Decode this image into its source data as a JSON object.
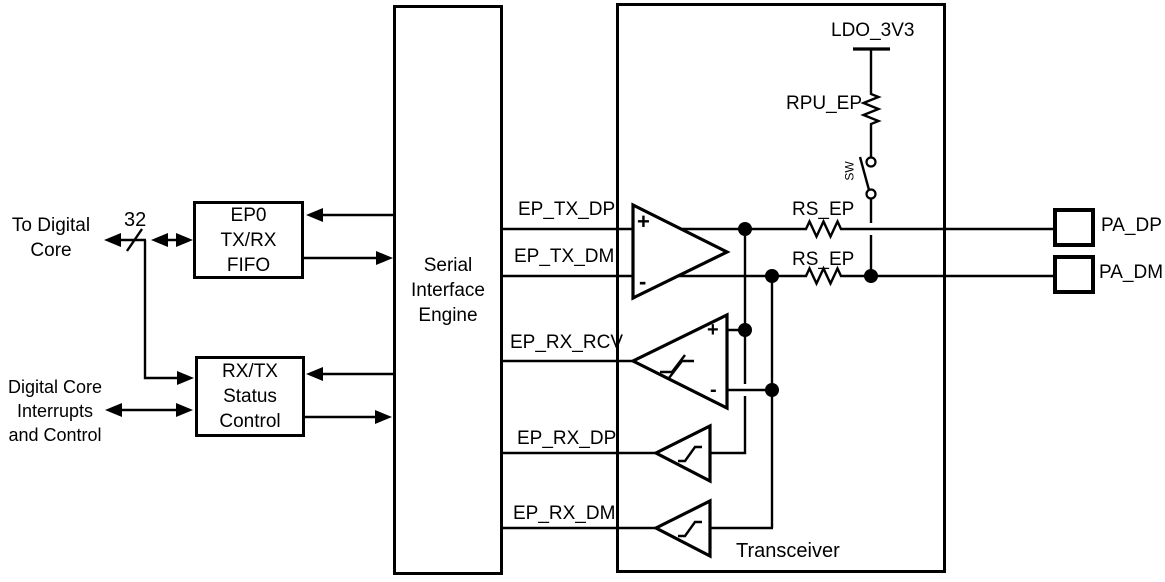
{
  "left": {
    "to_digital_core_line1": "To Digital",
    "to_digital_core_line2": "Core",
    "bus_width": "32",
    "interrupts_line1": "Digital Core",
    "interrupts_line2": "Interrupts",
    "interrupts_line3": "and Control"
  },
  "blocks": {
    "fifo": {
      "line1": "EP0",
      "line2": "TX/RX",
      "line3": "FIFO"
    },
    "status": {
      "line1": "RX/TX",
      "line2": "Status",
      "line3": "Control"
    },
    "sie": {
      "line1": "Serial",
      "line2": "Interface",
      "line3": "Engine"
    },
    "transceiver_label": "Transceiver"
  },
  "signals": {
    "ep_tx_dp": "EP_TX_DP",
    "ep_tx_dm": "EP_TX_DM",
    "ep_rx_rcv": "EP_RX_RCV",
    "ep_rx_dp": "EP_RX_DP",
    "ep_rx_dm": "EP_RX_DM"
  },
  "components": {
    "ldo": "LDO_3V3",
    "rpu": "RPU_EP",
    "rs_top": "RS_EP",
    "rs_bottom": "RS_EP",
    "sw": "SW",
    "driver_plus": "+",
    "driver_minus": "-",
    "rcv_plus": "+",
    "rcv_minus": "-"
  },
  "pads": {
    "pa_dp": "PA_DP",
    "pa_dm": "PA_DM"
  },
  "colors": {
    "line": "#000000",
    "background": "#ffffff"
  }
}
